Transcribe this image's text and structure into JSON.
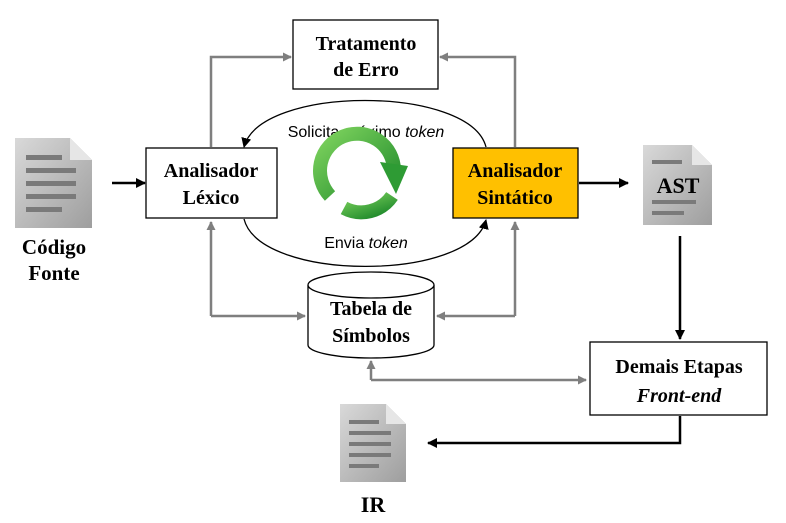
{
  "diagram": {
    "nodes": {
      "source": {
        "line1": "Código",
        "line2": "Fonte",
        "icon": "document-icon"
      },
      "error": {
        "line1": "Tratamento",
        "line2": "de Erro"
      },
      "lexer": {
        "line1": "Analisador",
        "line2": "Léxico"
      },
      "parser": {
        "line1": "Analisador",
        "line2": "Sintático",
        "fill": "#FFC000"
      },
      "ast": {
        "label": "AST",
        "icon": "document-icon"
      },
      "symbols": {
        "line1": "Tabela de",
        "line2": "Símbolos"
      },
      "frontend": {
        "line1": "Demais Etapas",
        "line2": "Front-end"
      },
      "ir": {
        "label": "IR",
        "icon": "document-icon"
      }
    },
    "edges": {
      "request": {
        "prefix": "Solicita próximo ",
        "emph": "token"
      },
      "send": {
        "prefix": "Envia ",
        "emph": "token"
      }
    },
    "colors": {
      "arrow_dark": "#000000",
      "arrow_gray": "#7F7F7F",
      "cycle_green": "#3BAA34",
      "doc_gray": "#A6A6A6"
    },
    "center_icon": "refresh-cycle-icon"
  }
}
